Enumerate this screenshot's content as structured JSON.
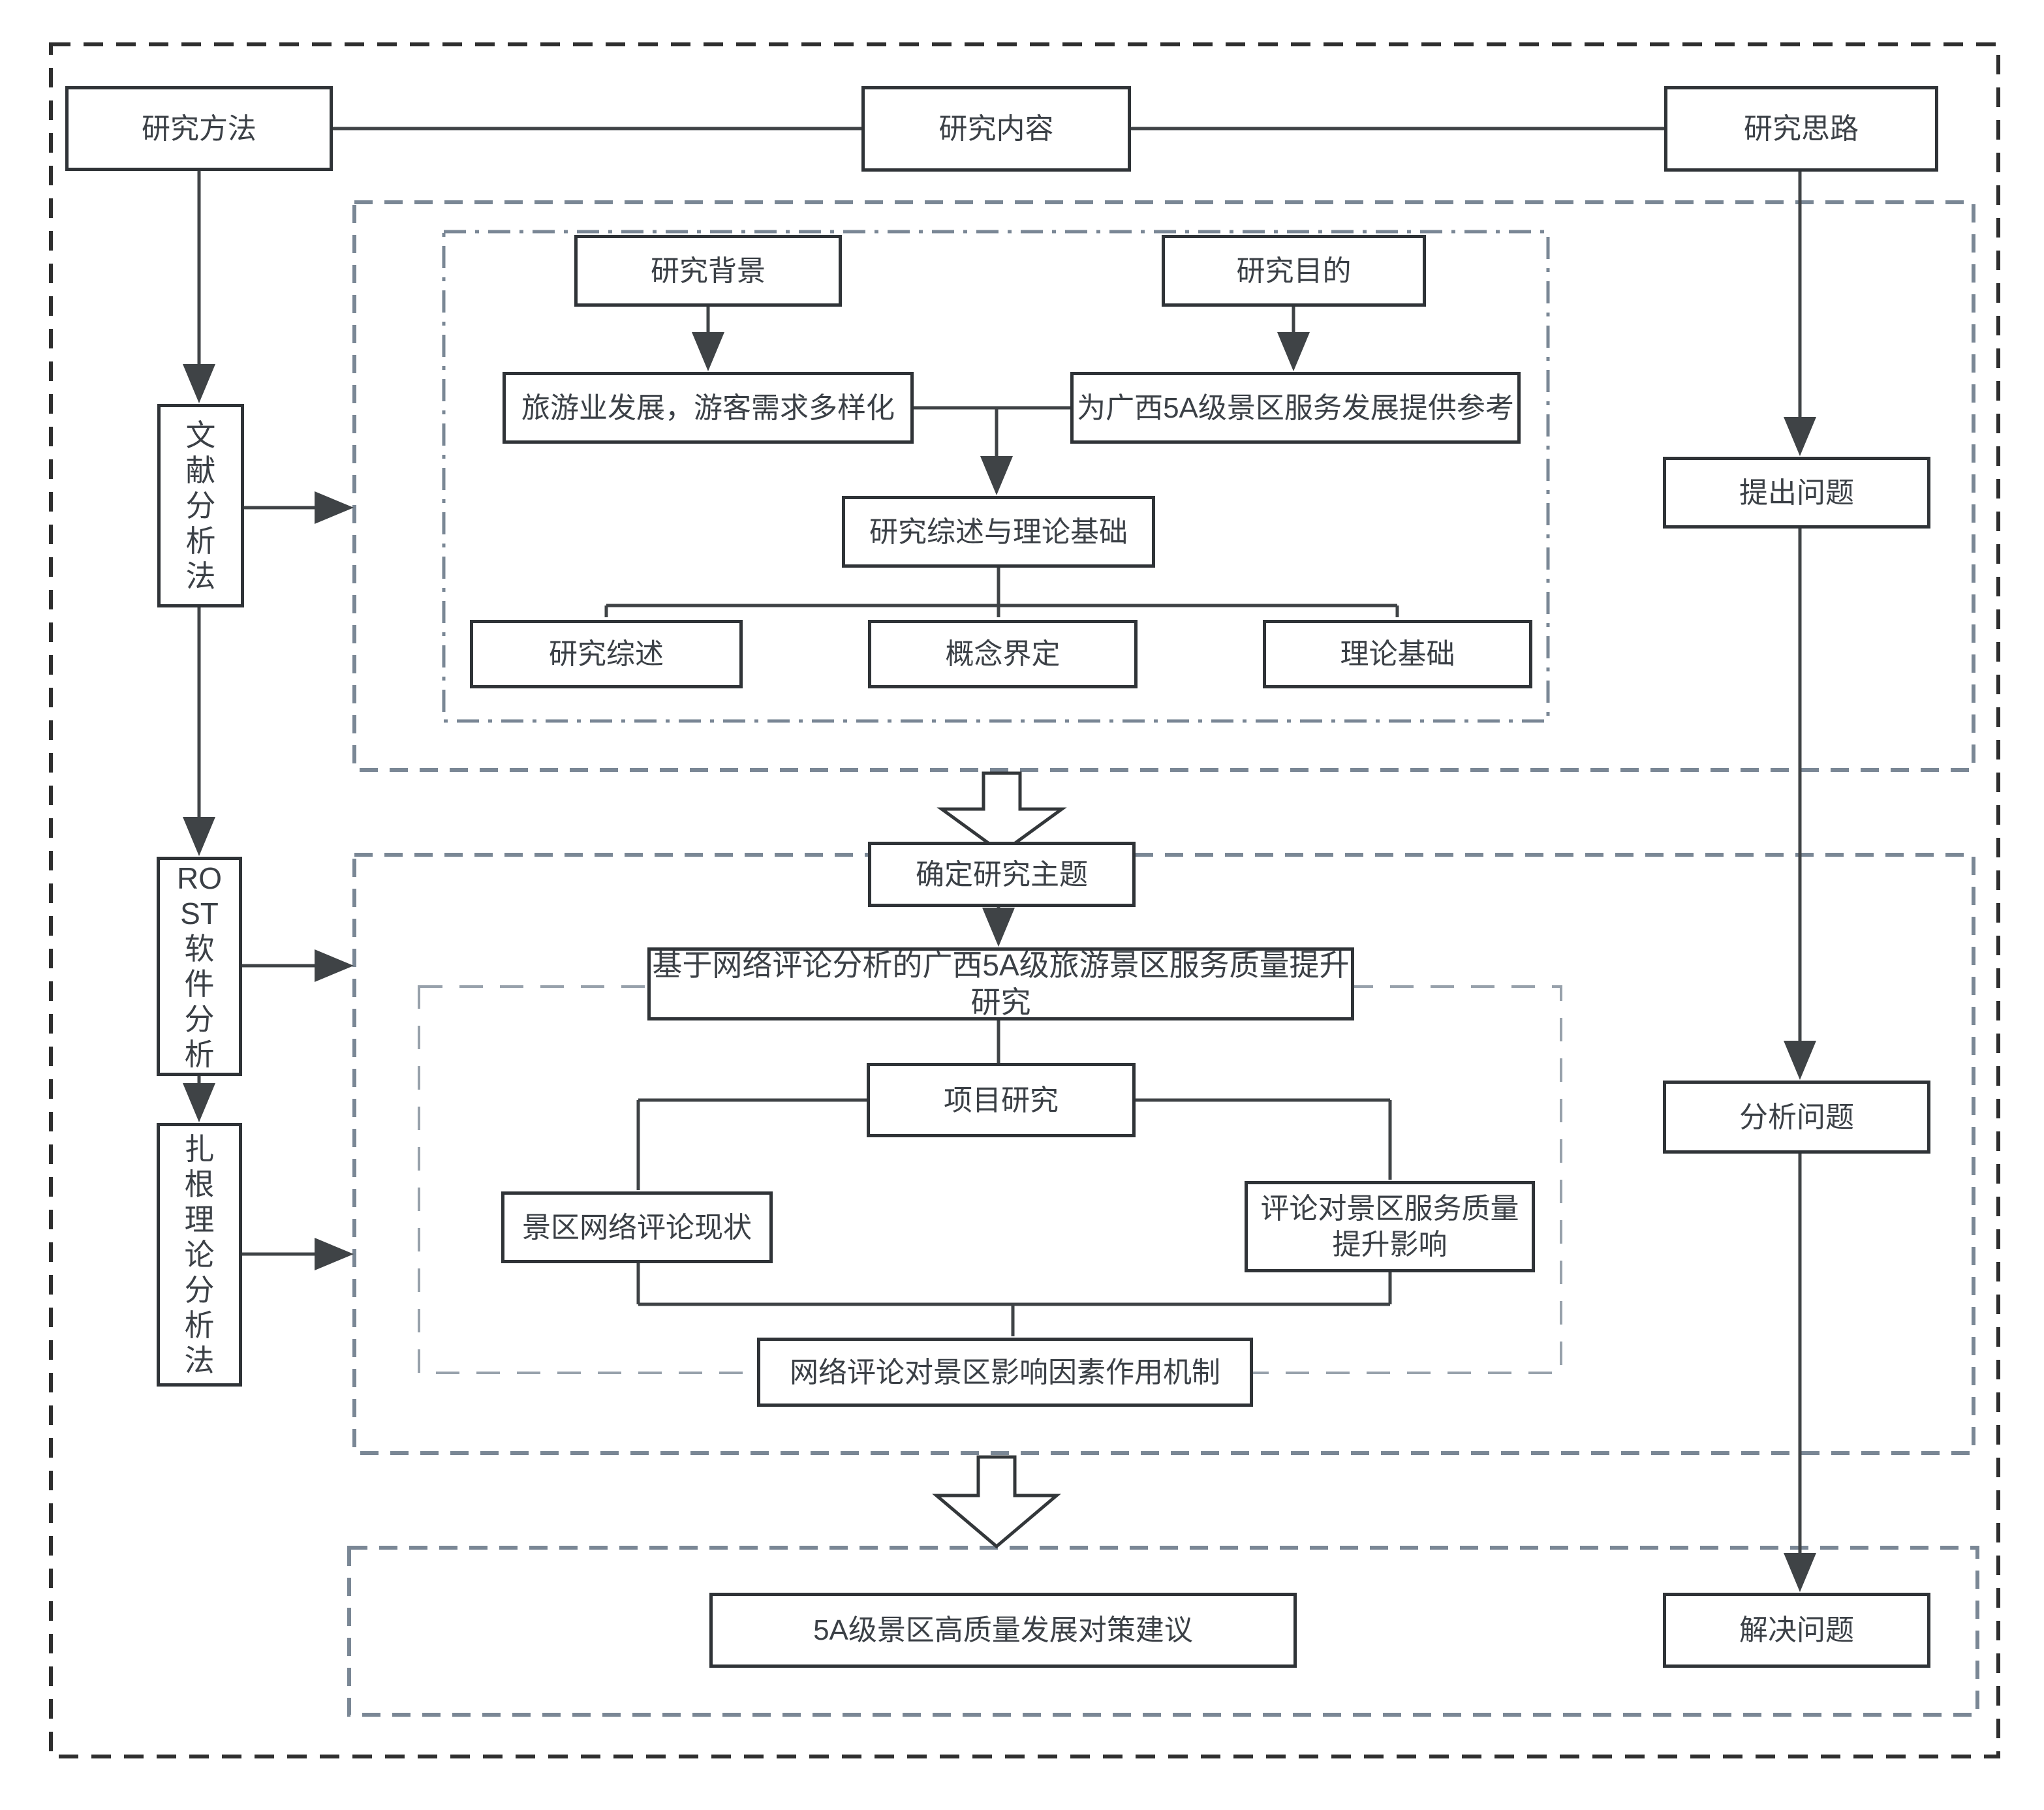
{
  "top_row": {
    "method": "研究方法",
    "content": "研究内容",
    "approach": "研究思路"
  },
  "left_methods": {
    "literature": "文\n献\n分\n析\n法",
    "rost": "RO\nST\n软\n件\n分\n析",
    "grounded": "扎\n根\n理\n论\n分\n析\n法"
  },
  "right_steps": {
    "raise": "提出问题",
    "analyze": "分析问题",
    "solve": "解决问题"
  },
  "section1": {
    "background": "研究背景",
    "purpose": "研究目的",
    "background_detail": "旅游业发展，游客需求多样化",
    "purpose_detail": "为广西5A级景区服务发展提供参考",
    "review_theory": "研究综述与理论基础",
    "review": "研究综述",
    "concept": "概念界定",
    "theory": "理论基础"
  },
  "section2": {
    "topic": "确定研究主题",
    "thesis": "基于网络评论分析的广西5A级旅游景区服务质量提升研究",
    "project": "项目研究",
    "status": "景区网络评论现状",
    "impact": "评论对景区服务质量\n提升影响",
    "mechanism": "网络评论对景区影响因素作用机制"
  },
  "section3": {
    "suggestion": "5A级景区高质量发展对策建议"
  },
  "colors": {
    "box_border": "#2f3337",
    "text": "#3b4046",
    "line": "#3f4346",
    "container_dash": "#7a8795",
    "container_dash_light": "#97a1ab",
    "outer_dash": "#2e2e2e"
  }
}
